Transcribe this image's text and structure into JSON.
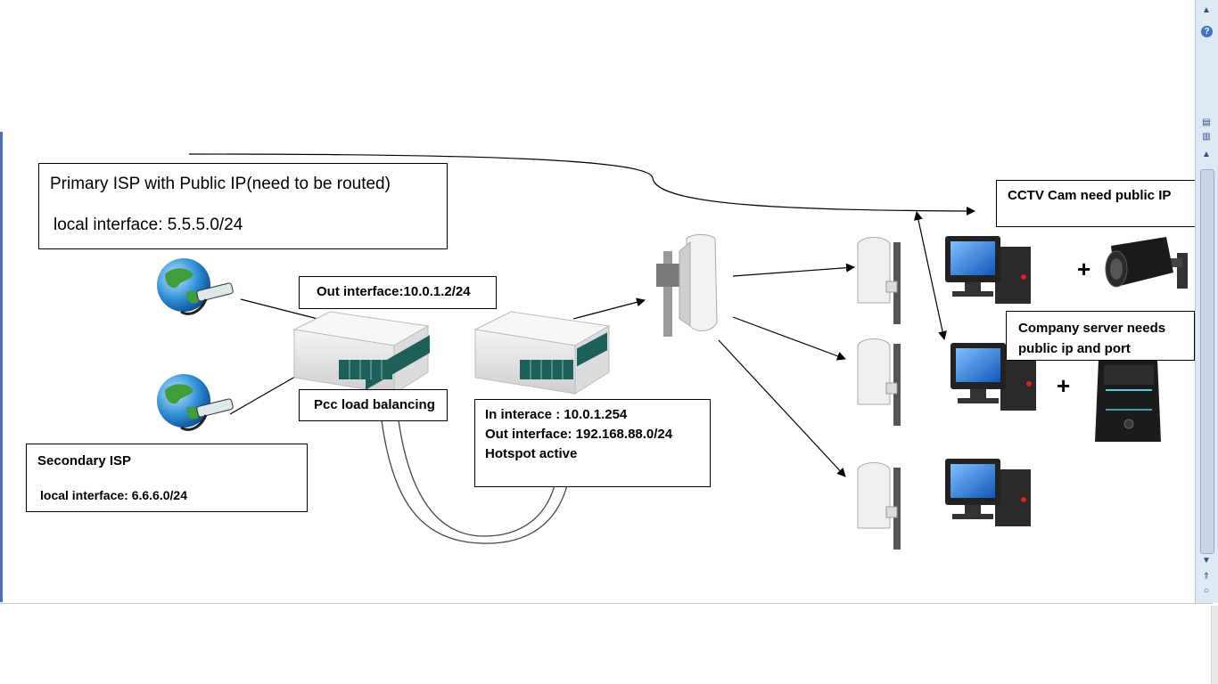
{
  "isp_primary": {
    "title": "Primary ISP with Public IP(need to be routed)",
    "interface": "local interface: 5.5.5.0/24"
  },
  "isp_secondary": {
    "title": "Secondary ISP",
    "interface": "local interface: 6.6.6.0/24"
  },
  "router1": {
    "out_label": "Out interface:10.0.1.2/24",
    "function_label": "Pcc load balancing"
  },
  "router2": {
    "in_label": "In interace : 10.0.1.254",
    "out_label": "Out interface: 192.168.88.0/24",
    "hotspot_label": "Hotspot active"
  },
  "site_cctv": {
    "label": "CCTV  Cam need public IP"
  },
  "site_server": {
    "label": "Company server needs public ip and port"
  },
  "plus_sign": "+",
  "icons": [
    "globe-icon",
    "router-icon",
    "sector-antenna-icon",
    "cpe-antenna-icon",
    "desktop-computer-icon",
    "cctv-camera-icon",
    "server-tower-icon"
  ],
  "colors": {
    "globe_ocean": "#2f8fd6",
    "globe_land": "#3f9e3a",
    "screen": "#1c63c9",
    "router_ports": "#1f5f5a"
  }
}
